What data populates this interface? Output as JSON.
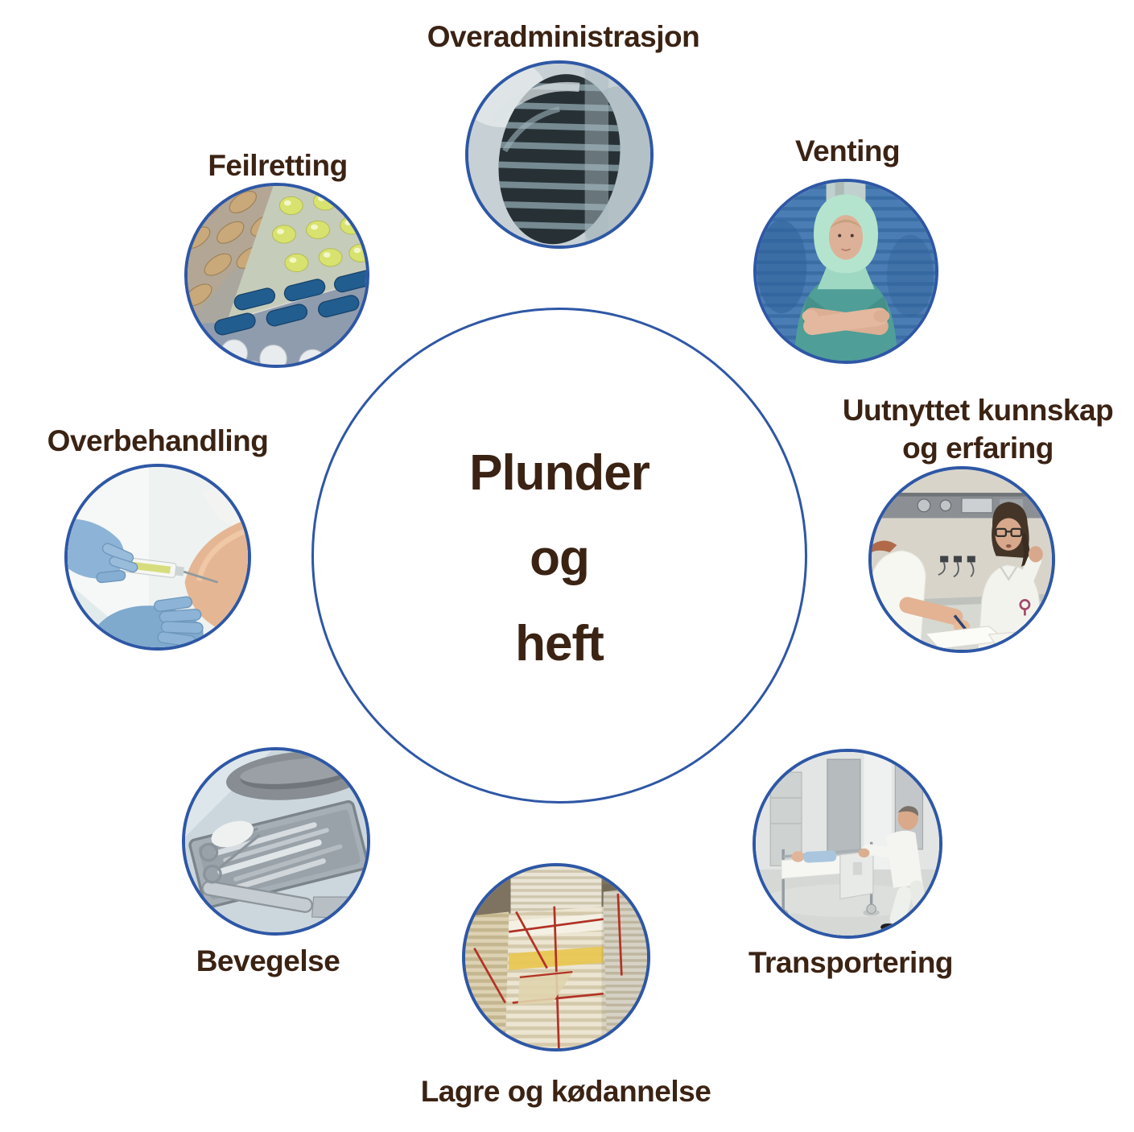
{
  "center": {
    "lines": [
      "Plunder",
      "og",
      "heft"
    ]
  },
  "colors": {
    "background": "#ffffff",
    "label_text": "#3b2314",
    "circle_border": "#2e57a5"
  },
  "items": [
    {
      "id": "overadministrasjon",
      "label": "Overadministrasjon",
      "label_lines": [
        "Overadministrasjon"
      ],
      "image": "chest-xray-photo"
    },
    {
      "id": "venting",
      "label": "Venting",
      "label_lines": [
        "Venting"
      ],
      "image": "surgical-nurse-arms-crossed-photo"
    },
    {
      "id": "uutnyttet-kunnskap-og-erfaring",
      "label": "Uutnyttet kunnskap og erfaring",
      "label_lines": [
        "Uutnyttet kunnskap",
        "og erfaring"
      ],
      "image": "nurses-discussing-at-desk-photo"
    },
    {
      "id": "transportering",
      "label": "Transportering",
      "label_lines": [
        "Transportering"
      ],
      "image": "nurse-pushing-hospital-bed-photo"
    },
    {
      "id": "lagre-og-kodannelse",
      "label": "Lagre og kødannelse",
      "label_lines": [
        "Lagre og kødannelse"
      ],
      "image": "stacked-paper-bundles-photo"
    },
    {
      "id": "bevegelse",
      "label": "Bevegelse",
      "label_lines": [
        "Bevegelse"
      ],
      "image": "surgical-instrument-trays-photo"
    },
    {
      "id": "overbehandling",
      "label": "Overbehandling",
      "label_lines": [
        "Overbehandling"
      ],
      "image": "injection-in-arm-photo"
    },
    {
      "id": "feilretting",
      "label": "Feilretting",
      "label_lines": [
        "Feilretting"
      ],
      "image": "pill-blister-packs-photo"
    }
  ]
}
